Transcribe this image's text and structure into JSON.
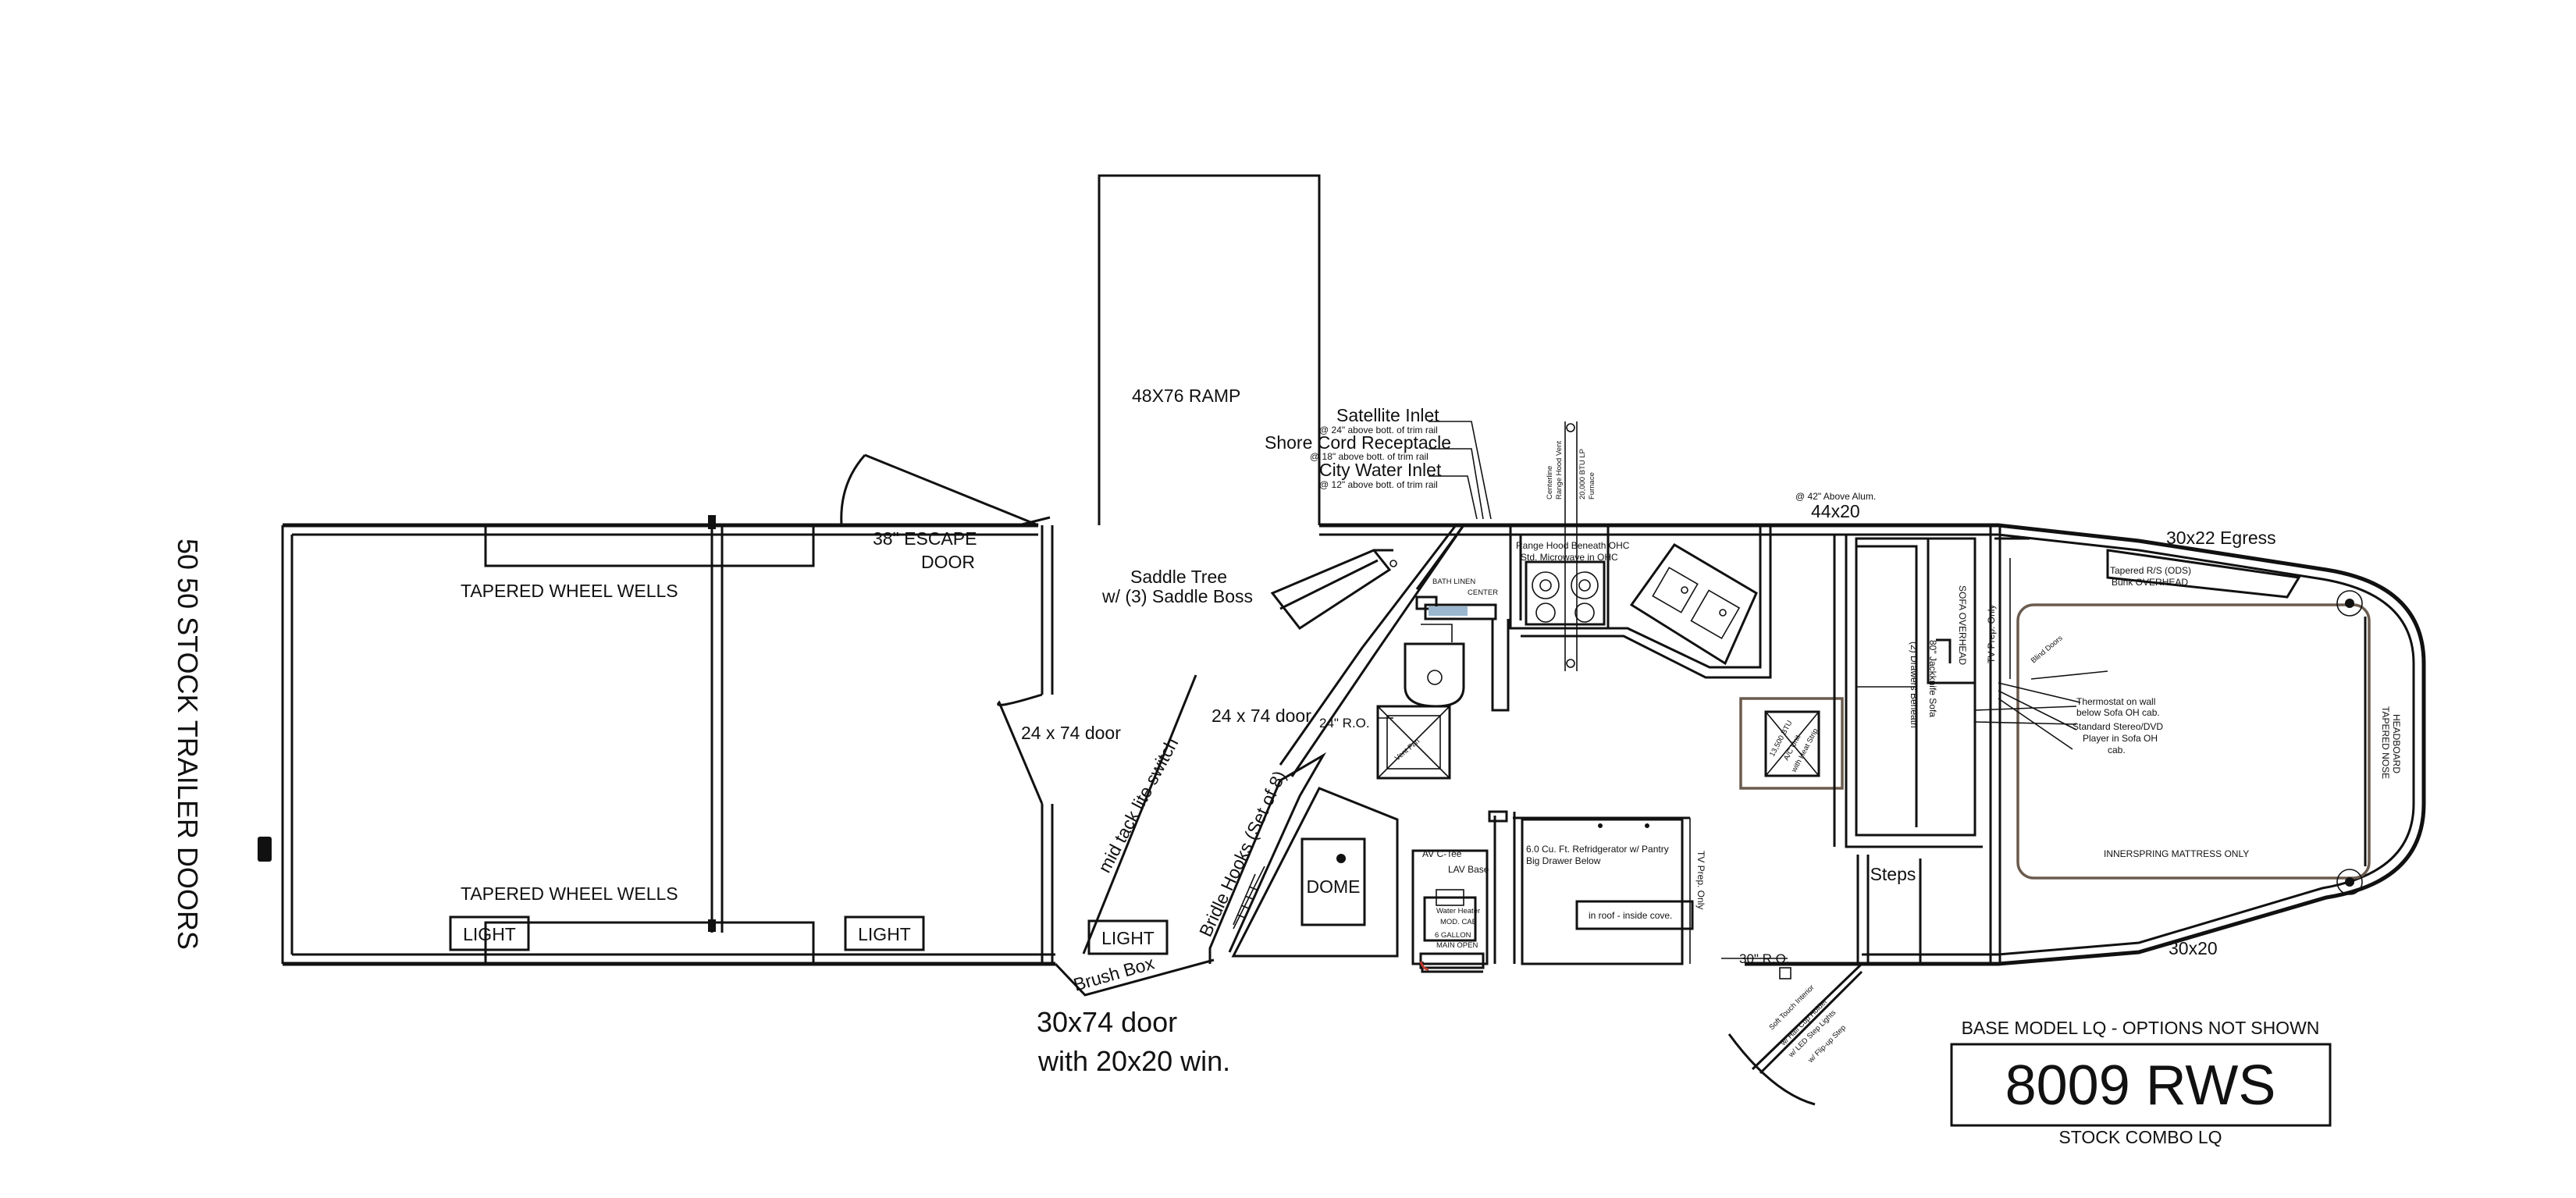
{
  "labels": {
    "stock_doors": "50 50 STOCK TRAILER DOORS",
    "wheel_wells_top": "TAPERED WHEEL WELLS",
    "wheel_wells_bottom": "TAPERED WHEEL WELLS",
    "light_1": "LIGHT",
    "light_2": "LIGHT",
    "light_3": "LIGHT",
    "escape_door_1": "38\" ESCAPE",
    "escape_door_2": "DOOR",
    "ramp": "48X76 RAMP",
    "door_24x74_left": "24 x 74 door",
    "door_24x74_right": "24 x 74 door",
    "tack_switch": "mid tack lite switch",
    "saddle_tree_1": "Saddle Tree",
    "saddle_tree_2": "w/ (3) Saddle Boss",
    "bridle_hooks": "Bridle Hooks (Set of 8)",
    "brush_box": "Brush Box",
    "door_30x74_1": "30x74 door",
    "door_30x74_2": "with 20x20 win.",
    "satellite": "Satellite Inlet",
    "satellite_note": "@ 24\" above bott. of trim rail",
    "shore_cord": "Shore Cord Receptacle",
    "shore_note": "@ 18\" above bott. of trim rail",
    "city_water": "City Water Inlet",
    "city_note": "@ 12\" above bott. of trim rail",
    "furnace_1": "Centerline",
    "furnace_2": "Range Hood Vent",
    "furnace_3": "20,000 BTU LP",
    "furnace_4": "Furnace",
    "range_hood_1": "Range Hood Beneath OHC",
    "range_hood_2": "Std. Microwave in OHC",
    "linen": "BATH LINEN",
    "linen_2": "CENTER",
    "alum_note": "@ 42\" Above Alum.",
    "window_44x20": "44x20",
    "egress": "30x22 Egress",
    "ro_24": "24\" R.O.",
    "vent_fan": "Vent Fan",
    "ac_1": "13,500 BTU",
    "ac_2": "A/C Unit",
    "ac_3": "with Heat Strip",
    "sofa_overhead": "SOFA OVERHEAD",
    "tv_prep_1": "TV Prep. Only",
    "tv_prep_2": "TV Prep. Only",
    "sofa_1": "80\" Jackknife Sofa",
    "sofa_2": "(2) Drawers Beneath",
    "bunk_1": "Tapered R/S (ODS)",
    "bunk_2": "Bunk OVERHEAD",
    "blind_doors": "Blind Doors",
    "thermostat_1": "Thermostat on wall",
    "thermostat_2": "below Sofa OH cab.",
    "stereo_1": "Standard Stereo/DVD",
    "stereo_2": "Player in Sofa OH",
    "stereo_3": "cab.",
    "headboard_1": "TAPERED NOSE",
    "headboard_2": "HEADBOARD",
    "mattress": "INNERSPRING MATTRESS ONLY",
    "dome": "DOME",
    "ac_tee": "AV C-Tee",
    "lav_base": "LAV Base",
    "water_heater_1": "Water Heater",
    "water_heater_2": "MOD. CAB",
    "water_heater_3": "6 GALLON",
    "water_heater_4": "MAIN OPEN",
    "fridge_1": "6.0 Cu. Ft. Refridgerator w/ Pantry",
    "fridge_2": "Big Drawer Below",
    "in_roof": "in roof - inside cove.",
    "steps": "Steps",
    "ro_30": "30\" R.O.",
    "window_30x20": "30x20",
    "step_1": "Soft Touch Interior",
    "step_2": "w/ Half Cup Holder",
    "step_3": "w/ LED Step Lights",
    "step_4": "w/ Flip-up Step",
    "base_model": "BASE MODEL LQ - OPTIONS NOT SHOWN",
    "model": "8009 RWS",
    "combo": "STOCK COMBO LQ"
  }
}
